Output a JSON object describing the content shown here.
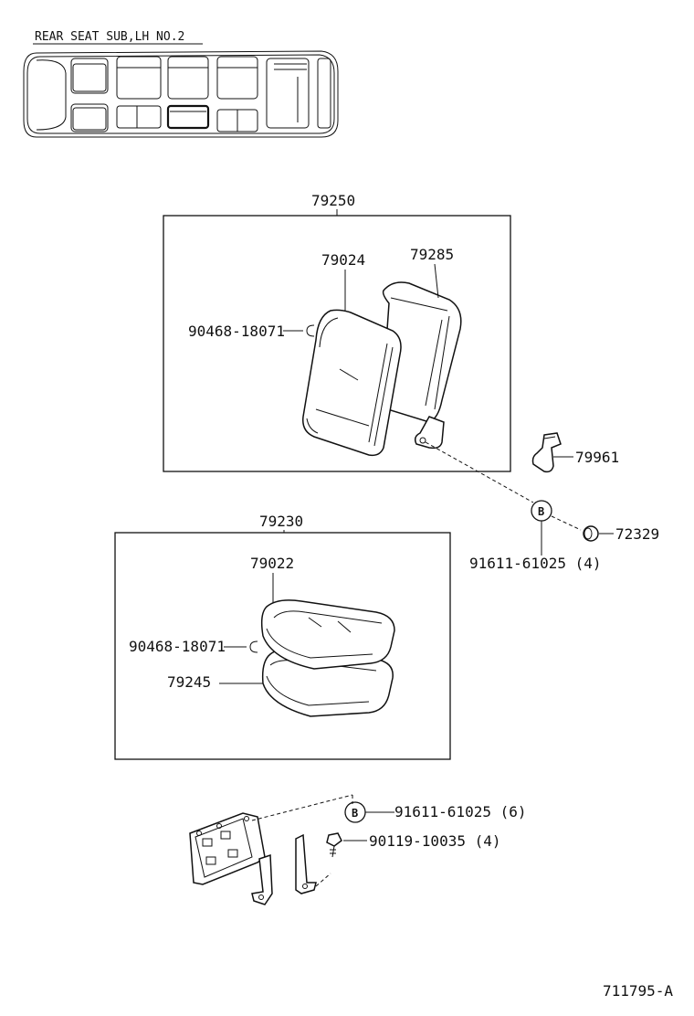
{
  "header": {
    "title": "REAR SEAT SUB,LH NO.2"
  },
  "assemblies": {
    "seatback_assy": "79250",
    "cushion_assy": "79230"
  },
  "callouts": {
    "p79024": "79024",
    "p79285": "79285",
    "p90468_upper": "90468-18071",
    "p79961": "79961",
    "p72329": "72329",
    "p91611_upper": "91611-61025 (4)",
    "p79022": "79022",
    "p90468_lower": "90468-18071",
    "p79245": "79245",
    "p91611_lower": "91611-61025 (6)",
    "p90119": "90119-10035 (4)"
  },
  "markers": {
    "b_marker": "B"
  },
  "footer": {
    "illustration_id": "711795-A"
  }
}
